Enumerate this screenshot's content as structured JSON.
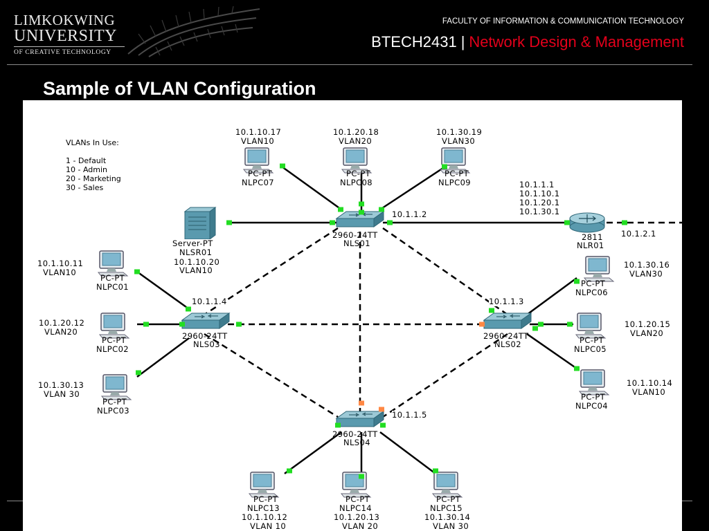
{
  "header": {
    "logo": [
      "LIMKOKWING",
      "UNIVERSITY",
      "OF CREATIVE TECHNOLOGY"
    ],
    "faculty": "FACULTY OF INFORMATION & COMMUNICATION TECHNOLOGY",
    "course_code": "BTECH2431",
    "separator": "|",
    "course_name": "Network Design & Management"
  },
  "slide_title": "Sample of VLAN Configuration",
  "diagram": {
    "legend": [
      "VLANs In Use:",
      "",
      "1 - Default",
      "10 - Admin",
      "20 - Marketing",
      "30 - Sales"
    ],
    "colors": {
      "link": "#000000",
      "up_port": "#22dd22",
      "blocked_port": "#ff8844",
      "device": "#5a9aae"
    },
    "devices": {
      "nls01": {
        "model": "2960-24TT",
        "name": "NLS01",
        "ip": "10.1.1.2"
      },
      "nls02": {
        "model": "2960-24TT",
        "name": "NLS02",
        "ip": "10.1.1.3"
      },
      "nls03": {
        "model": "2960-24TT",
        "name": "NLS03",
        "ip": "10.1.1.4"
      },
      "nls04": {
        "model": "2960-24TT",
        "name": "NLS04",
        "ip": "10.1.1.5"
      },
      "nlr01": {
        "model": "2811",
        "name": "NLR01",
        "ip_lines": [
          "10.1.1.1",
          "10.1.10.1",
          "10.1.20.1",
          "10.1.30.1"
        ],
        "wan_ip": "10.1.2.1"
      },
      "nlsr01": {
        "model": "Server-PT",
        "name": "NLSR01",
        "ip": "10.1.10.20",
        "vlan": "VLAN10"
      },
      "nlpc01": {
        "model": "PC-PT",
        "name": "NLPC01",
        "ip": "10.1.10.11",
        "vlan": "VLAN10"
      },
      "nlpc02": {
        "model": "PC-PT",
        "name": "NLPC02",
        "ip": "10.1.20.12",
        "vlan": "VLAN20"
      },
      "nlpc03": {
        "model": "PC-PT",
        "name": "NLPC03",
        "ip": "10.1.30.13",
        "vlan": "VLAN 30"
      },
      "nlpc04": {
        "model": "PC-PT",
        "name": "NLPC04",
        "ip": "10.1.10.14",
        "vlan": "VLAN10"
      },
      "nlpc05": {
        "model": "PC-PT",
        "name": "NLPC05",
        "ip": "10.1.20.15",
        "vlan": "VLAN20"
      },
      "nlpc06": {
        "model": "PC-PT",
        "name": "NLPC06",
        "ip": "10.1.30.16",
        "vlan": "VLAN30"
      },
      "nlpc07": {
        "model": "PC-PT",
        "name": "NLPC07",
        "ip": "10.1.10.17",
        "vlan": "VLAN10"
      },
      "nlpc08": {
        "model": "PC-PT",
        "name": "NLPC08",
        "ip": "10.1.20.18",
        "vlan": "VLAN20"
      },
      "nlpc09": {
        "model": "PC-PT",
        "name": "NLPC09",
        "ip": "10.1.30.19",
        "vlan": "VLAN30"
      },
      "nlpc13": {
        "model": "PC-PT",
        "name": "NLPC13",
        "ip": "10.1.10.12",
        "vlan": "VLAN 10"
      },
      "nlpc14": {
        "model": "PC-PT",
        "name": "NLPC14",
        "ip": "10.1.20.13",
        "vlan": "VLAN 20"
      },
      "nlpc15": {
        "model": "PC-PT",
        "name": "NLPC15",
        "ip": "10.1.30.14",
        "vlan": "VLAN 30"
      }
    }
  }
}
